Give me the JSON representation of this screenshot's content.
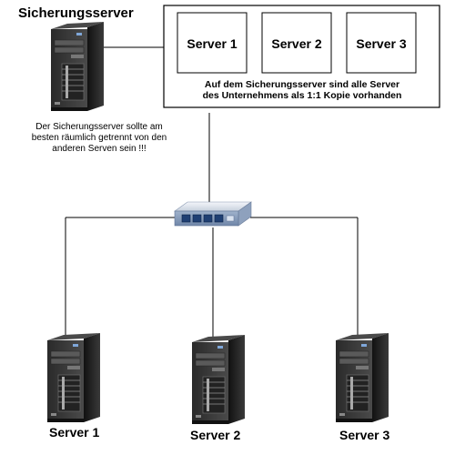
{
  "backup_server": {
    "title": "Sicherungsserver",
    "note_lines": [
      "Der Sicherungsserver sollte am",
      "besten räumlich getrennt von den",
      "anderen Serven sein !!!"
    ]
  },
  "copy_panel": {
    "boxes": [
      "Server 1",
      "Server 2",
      "Server 3"
    ],
    "caption_lines": [
      "Auf dem Sicherungsserver sind alle Server",
      "des Unternehmens als 1:1 Kopie vorhanden"
    ]
  },
  "servers": [
    {
      "label": "Server 1"
    },
    {
      "label": "Server 2"
    },
    {
      "label": "Server 3"
    }
  ],
  "colors": {
    "tower_body": "#1c1c1c",
    "tower_front": "#333333",
    "switch_body": "#cfd8e6",
    "switch_port": "#2b6cb0"
  },
  "icons": {
    "tower": "server-tower-icon",
    "switch": "network-switch-icon"
  }
}
